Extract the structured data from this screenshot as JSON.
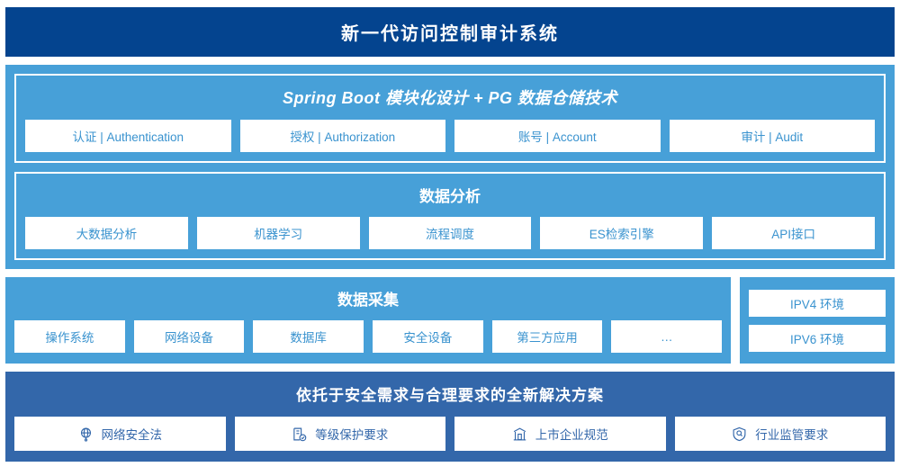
{
  "header": {
    "title": "新一代访问控制审计系统",
    "bg_color": "#04448f"
  },
  "colors": {
    "light_blue": "#47a0d8",
    "navy": "#04448f",
    "medium_blue": "#3367aa",
    "chip_text_blue": "#3a93cf"
  },
  "platform": {
    "panels": [
      {
        "title": "Spring Boot 模块化设计 + PG 数据仓储技术",
        "italic": true,
        "chips": [
          {
            "label": "认证 | Authentication"
          },
          {
            "label": "授权 | Authorization"
          },
          {
            "label": "账号 | Account"
          },
          {
            "label": "审计 | Audit"
          }
        ]
      },
      {
        "title": "数据分析",
        "italic": false,
        "chips": [
          {
            "label": "大数据分析"
          },
          {
            "label": "机器学习"
          },
          {
            "label": "流程调度"
          },
          {
            "label": "ES检索引擎"
          },
          {
            "label": "API接口"
          }
        ]
      }
    ]
  },
  "collection": {
    "title": "数据采集",
    "chips": [
      {
        "label": "操作系统"
      },
      {
        "label": "网络设备"
      },
      {
        "label": "数据库"
      },
      {
        "label": "安全设备"
      },
      {
        "label": "第三方应用"
      },
      {
        "label": "…"
      }
    ],
    "environments": [
      {
        "label": "IPV4 环境"
      },
      {
        "label": "IPV6 环境"
      }
    ]
  },
  "compliance": {
    "title": "依托于安全需求与合理要求的全新解决方案",
    "chips": [
      {
        "label": "网络安全法",
        "icon": "globe-network-icon"
      },
      {
        "label": "等级保护要求",
        "icon": "document-check-icon"
      },
      {
        "label": "上市企业规范",
        "icon": "bank-building-icon"
      },
      {
        "label": "行业监管要求",
        "icon": "shield-search-icon"
      }
    ]
  }
}
